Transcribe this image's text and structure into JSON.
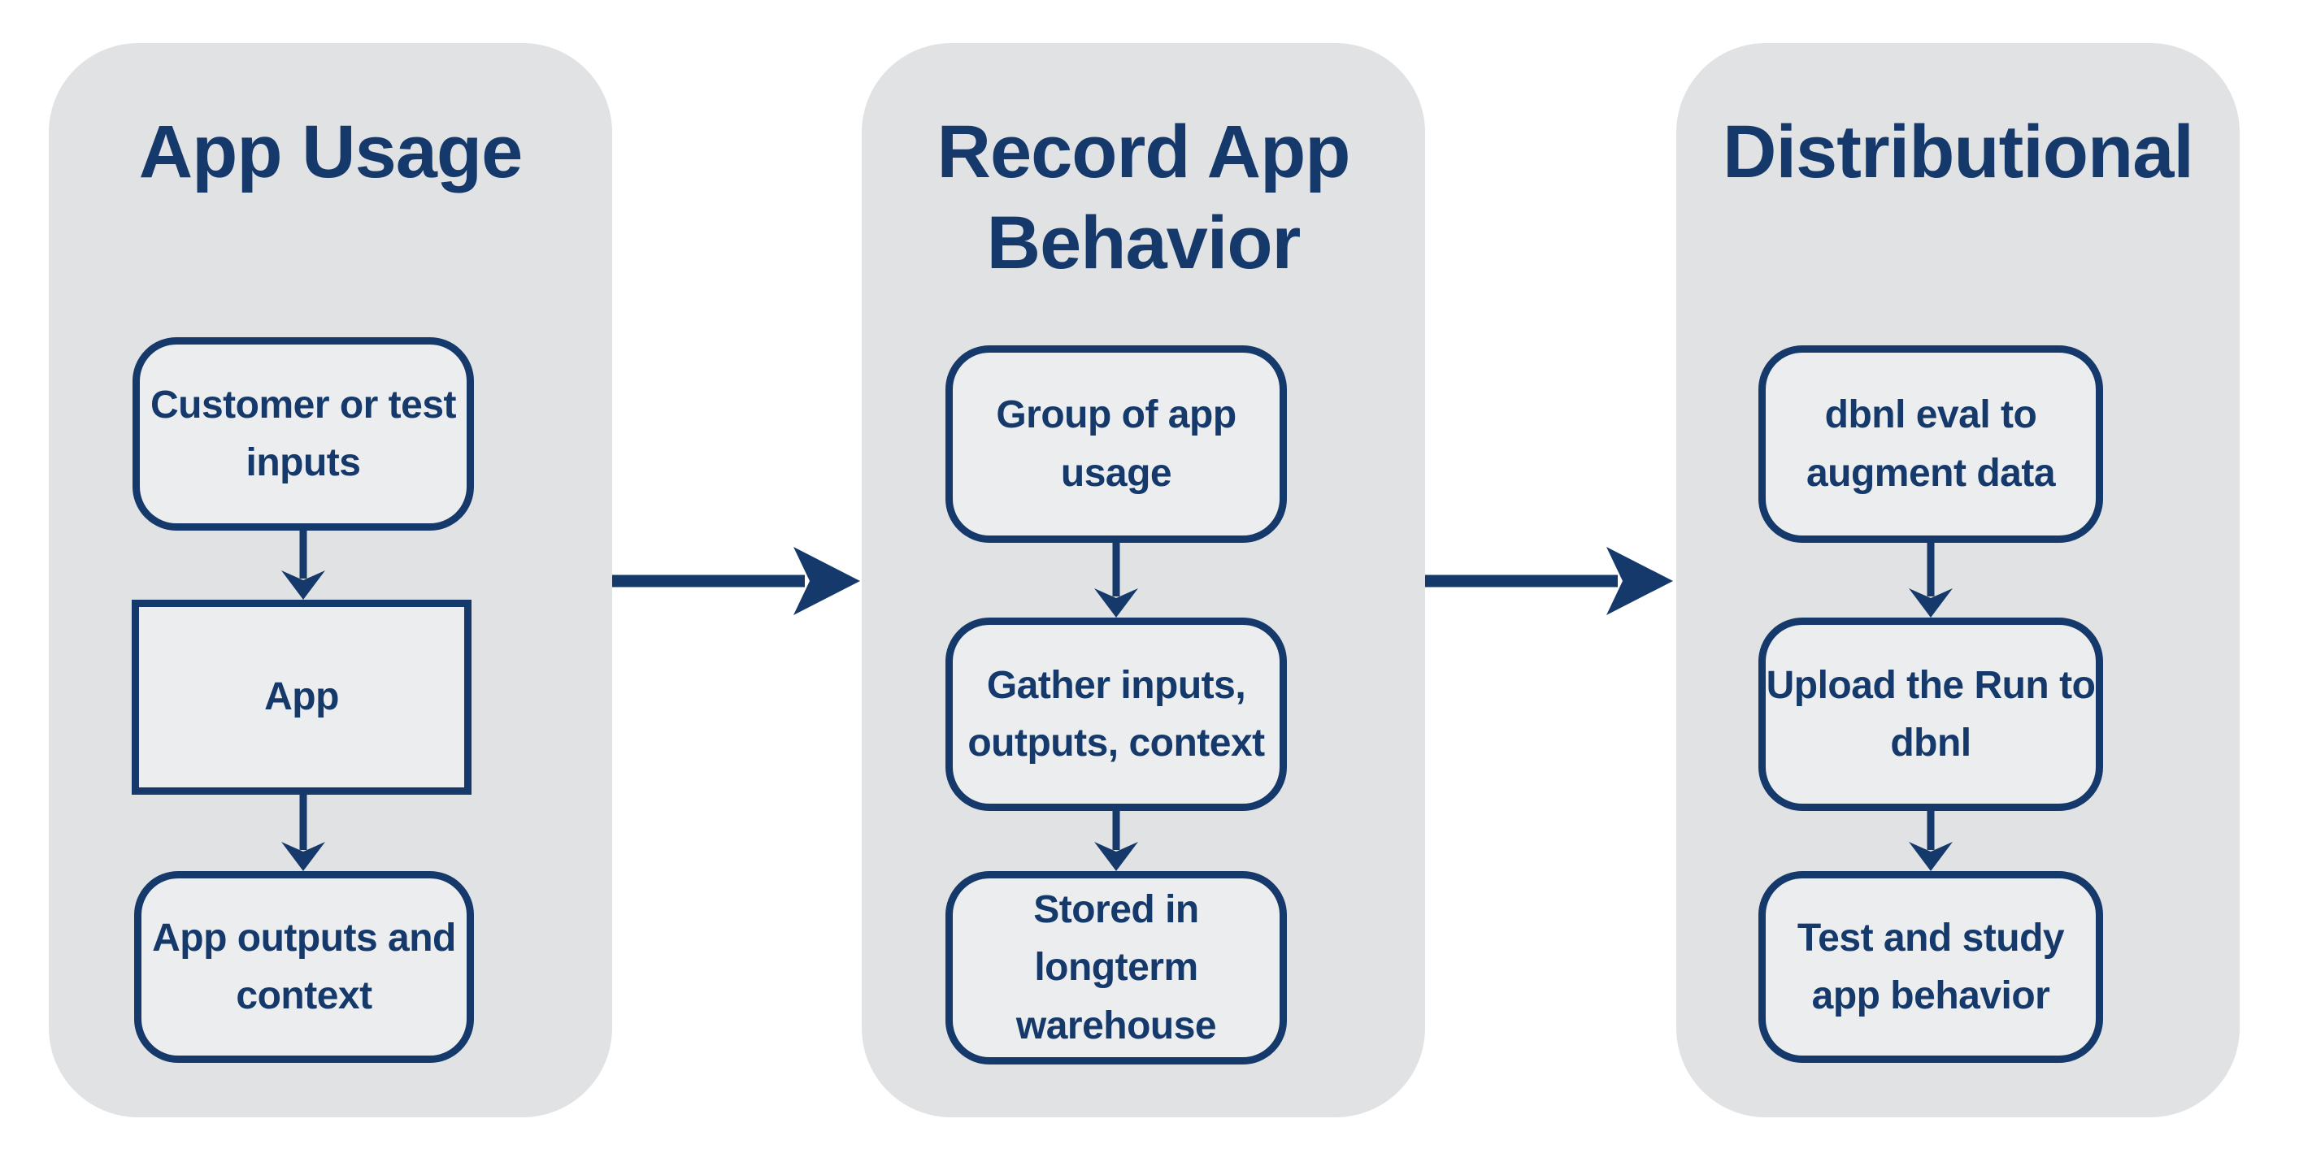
{
  "diagram": {
    "type": "flowchart",
    "direction": "left-to-right",
    "colors": {
      "navy": "#14396a",
      "column_background": "#e1e2e4",
      "node_background": "#ebedee",
      "page_background": "#ffffff"
    }
  },
  "columns": [
    {
      "title": "App Usage",
      "nodes": [
        {
          "label": "Customer or test\ninputs",
          "shape": "rounded"
        },
        {
          "label": "App",
          "shape": "rectangle"
        },
        {
          "label": "App outputs and\ncontext",
          "shape": "rounded"
        }
      ]
    },
    {
      "title": "Record App\nBehavior",
      "nodes": [
        {
          "label": "Group of app\nusage",
          "shape": "rounded"
        },
        {
          "label": "Gather inputs,\noutputs, context",
          "shape": "rounded"
        },
        {
          "label": "Stored in\nlongterm\nwarehouse",
          "shape": "rounded"
        }
      ]
    },
    {
      "title": "Distributional",
      "nodes": [
        {
          "label": "dbnl eval to\naugment data",
          "shape": "rounded"
        },
        {
          "label": "Upload the Run to\ndbnl",
          "shape": "rounded"
        },
        {
          "label": "Test and study\napp behavior",
          "shape": "rounded"
        }
      ]
    }
  ],
  "connectors": {
    "between_columns": [
      {
        "from": "App Usage",
        "to": "Record App Behavior",
        "direction": "right"
      },
      {
        "from": "Record App Behavior",
        "to": "Distributional",
        "direction": "right"
      }
    ],
    "within_columns_direction": "down"
  }
}
